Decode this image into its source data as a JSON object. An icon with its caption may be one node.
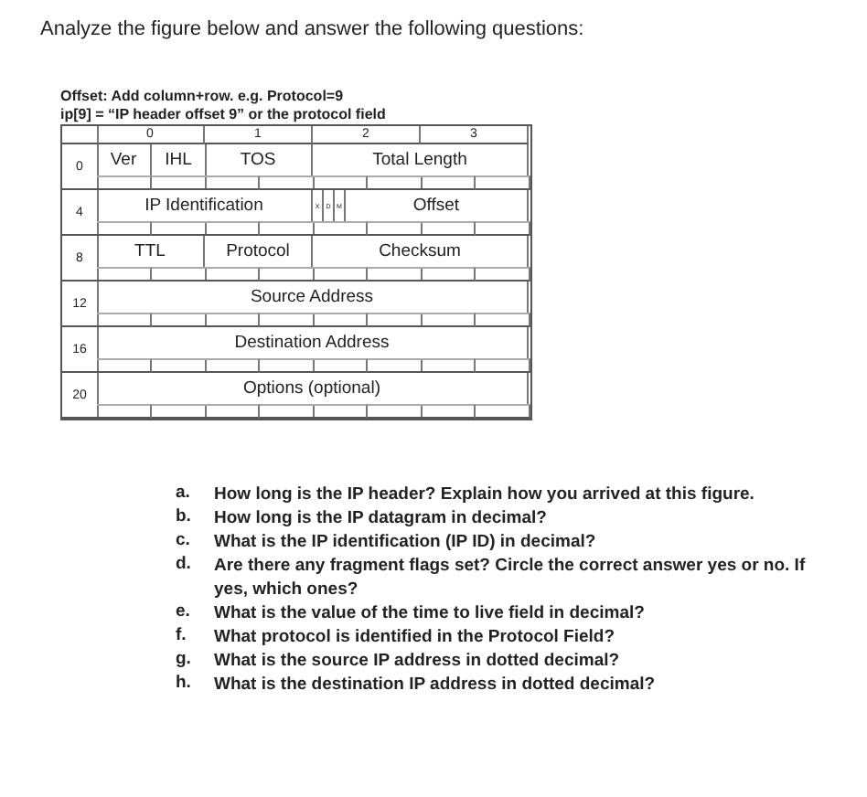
{
  "diagram": {
    "title": "Analyze the figure below and answer the following questions:",
    "labels": [
      "Offset: Add column+row. e.g. Protocol=9",
      "ip[9] = “IP header offset 9” or the protocol field",
      "0",
      "1",
      "2",
      "3",
      "0",
      "Ver",
      "IHL",
      "TOS",
      "Total Length",
      "4",
      "IP Identification",
      "X",
      "D",
      "M",
      "Offset",
      "8",
      "TTL",
      "Protocol",
      "Checksum",
      "12",
      "Source Address",
      "16",
      "Destination Address",
      "20",
      "Options (optional)",
      "a.",
      "How long is the IP header?  Explain how you arrived at this figure.",
      "b.",
      "How long is the IP datagram in decimal?",
      "c.",
      "What is the IP identification (IP ID) in decimal?",
      "d.",
      "Are there any fragment flags set? Circle the correct answer yes or no.  If yes, which ones?",
      "e.",
      "What is the value of the time to live field in decimal?",
      "f.",
      "What protocol is identified in the Protocol Field?",
      "g.",
      "What is the source IP address in dotted decimal?",
      "h.",
      "What is the destination IP address in dotted decimal?"
    ]
  }
}
